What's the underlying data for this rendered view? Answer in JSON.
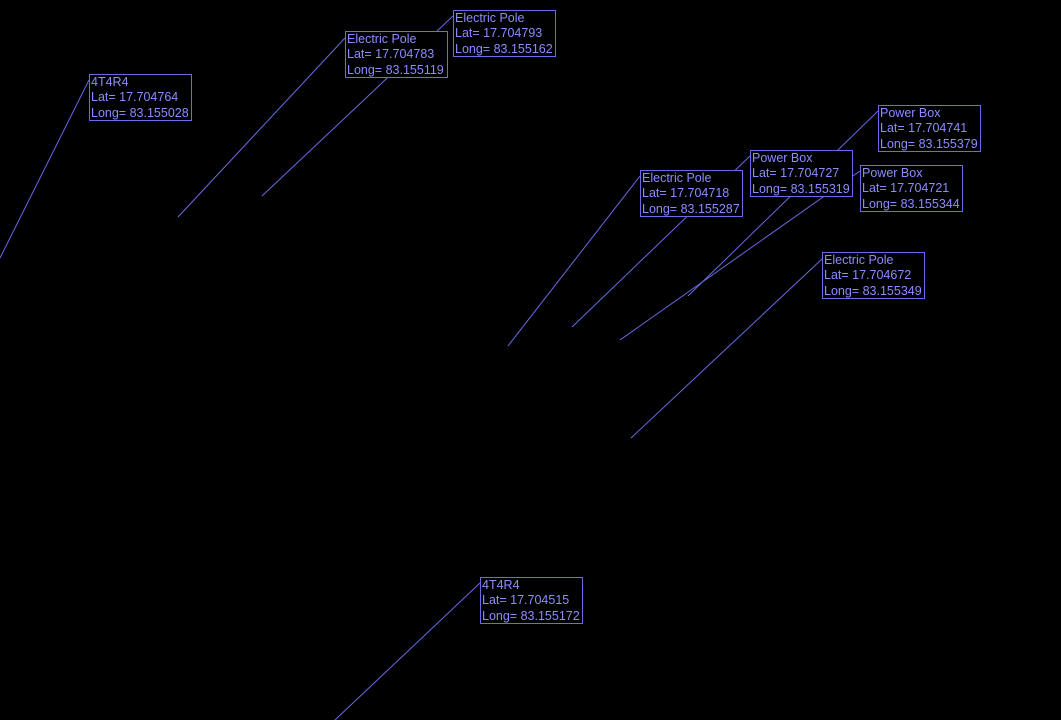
{
  "colors": {
    "background": "#000000",
    "marker": "#6a6ae6",
    "text": "#8c8cff"
  },
  "markers": [
    {
      "title": "4T4R4",
      "lat": "Lat= 17.704764",
      "long": "Long= 83.155028"
    },
    {
      "title": "Electric Pole",
      "lat": "Lat= 17.704783",
      "long": "Long= 83.155119"
    },
    {
      "title": "Electric Pole",
      "lat": "Lat= 17.704793",
      "long": "Long= 83.155162"
    },
    {
      "title": "Electric Pole",
      "lat": "Lat= 17.704718",
      "long": "Long= 83.155287"
    },
    {
      "title": "Power Box",
      "lat": "Lat= 17.704727",
      "long": "Long= 83.155319"
    },
    {
      "title": "Power Box",
      "lat": "Lat= 17.704721",
      "long": "Long= 83.155344"
    },
    {
      "title": "Power Box",
      "lat": "Lat= 17.704741",
      "long": "Long= 83.155379"
    },
    {
      "title": "Electric Pole",
      "lat": "Lat= 17.704672",
      "long": "Long= 83.155349"
    },
    {
      "title": "4T4R4",
      "lat": "Lat= 17.704515",
      "long": "Long= 83.155172"
    }
  ]
}
